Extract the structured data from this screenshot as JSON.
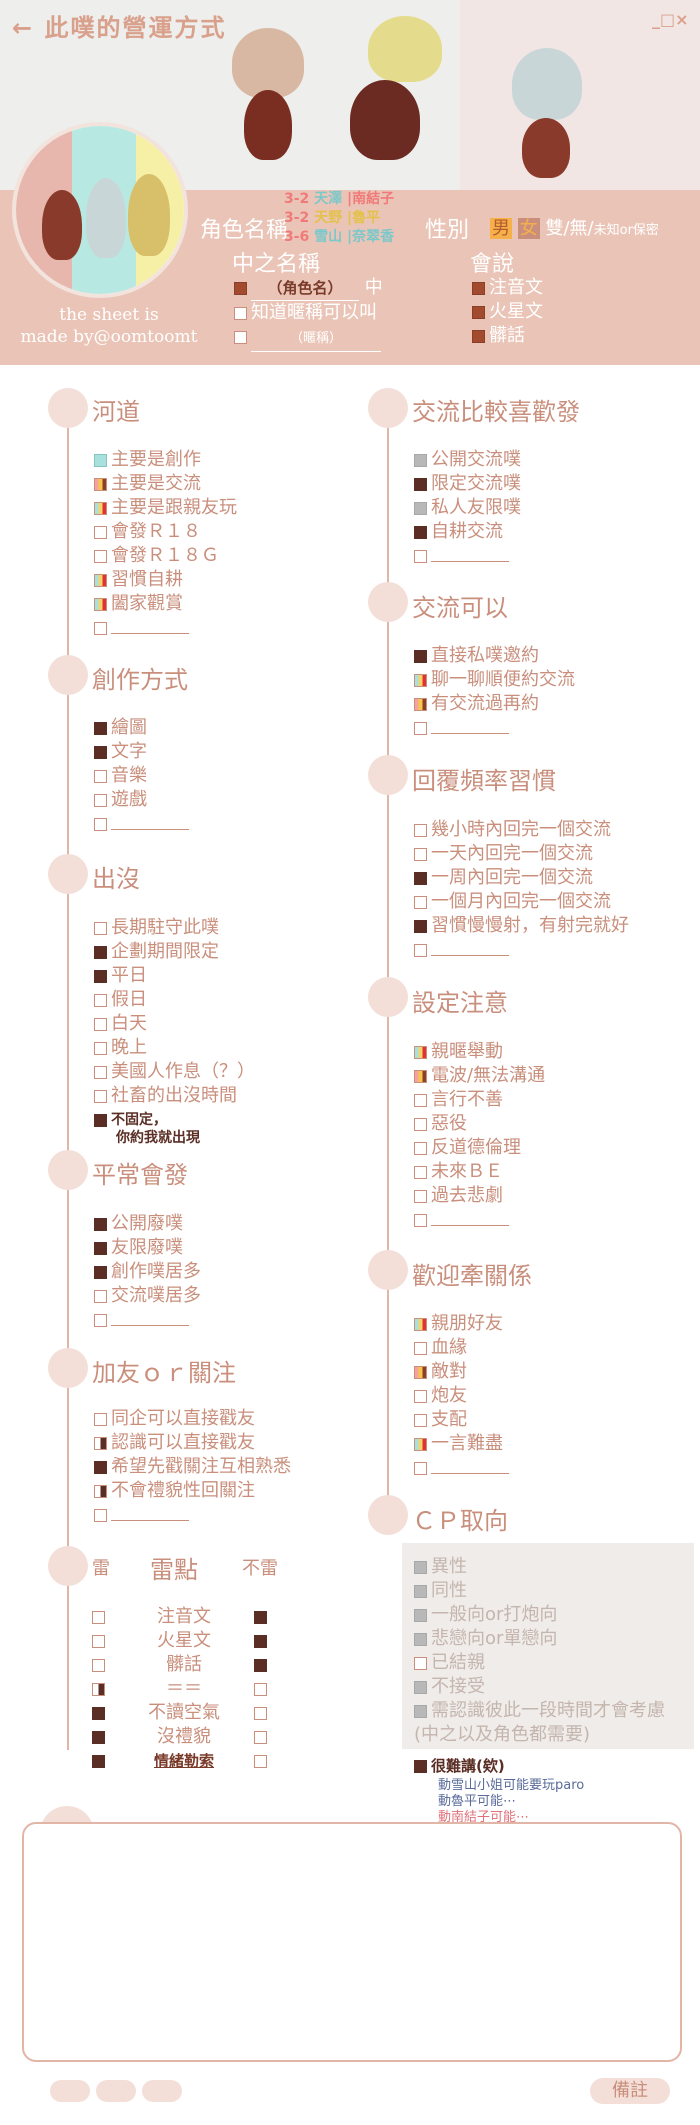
{
  "window": {
    "title": "此噗的營運方式",
    "back_icon": "arrow-left-icon",
    "controls": "_□×"
  },
  "header": {
    "credit_line1": "the sheet is",
    "credit_line2": "made by@oomtoomt",
    "char_name_label": "角色名稱",
    "char_names": [
      {
        "tag": "3-2",
        "name": "天澤",
        "alt": "南結子"
      },
      {
        "tag": "3-2",
        "name": "天野",
        "alt": "魯平"
      },
      {
        "tag": "3-6",
        "name": "雪山",
        "alt": "奈翠香"
      }
    ],
    "gender_label": "性別",
    "gender_opts": [
      "男",
      "女",
      "雙/無/",
      "未知or保密"
    ],
    "mid_name_label": "中之名稱",
    "mid_name_items": [
      {
        "blank": "（角色名）",
        "suffix": "中"
      },
      {
        "text": "知道暱稱可以叫"
      },
      {
        "blank": "（暱稱）"
      }
    ],
    "lang_label": "會說",
    "langs": [
      "注音文",
      "火星文",
      "髒話"
    ]
  },
  "left": {
    "river": {
      "title": "河道",
      "items": [
        "主要是創作",
        "主要是交流",
        "主要是跟親友玩",
        "會發Ｒ１８",
        "會發Ｒ１８Ｇ",
        "習慣自耕",
        "闔家觀賞"
      ]
    },
    "creation": {
      "title": "創作方式",
      "items": [
        "繪圖",
        "文字",
        "音樂",
        "遊戲"
      ]
    },
    "appear": {
      "title": "出沒",
      "items": [
        "長期駐守此噗",
        "企劃期間限定",
        "平日",
        "假日",
        "白天",
        "晚上",
        "美國人作息（？）",
        "社畜的出沒時間"
      ],
      "note1": "不固定，",
      "note2": "你約我就出現"
    },
    "usual": {
      "title": "平常會發",
      "items": [
        "公開廢噗",
        "友限廢噗",
        "創作噗居多",
        "交流噗居多"
      ]
    },
    "friend": {
      "title": "加友ｏｒ關注",
      "items": [
        "同企可以直接戳友",
        "認識可以直接戳友",
        "希望先戳關注互相熟悉",
        "不會禮貌性回關注"
      ]
    },
    "mine": {
      "title": "雷點",
      "left_label": "雷",
      "right_label": "不雷",
      "rows": [
        "注音文",
        "火星文",
        "髒話",
        "＝＝",
        "不讀空氣",
        "沒禮貌",
        "情緒勒索"
      ]
    }
  },
  "right": {
    "prefer": {
      "title": "交流比較喜歡發",
      "items": [
        "公開交流噗",
        "限定交流噗",
        "私人友限噗",
        "自耕交流"
      ]
    },
    "can": {
      "title": "交流可以",
      "items": [
        "直接私噗邀約",
        "聊一聊順便約交流",
        "有交流過再約"
      ]
    },
    "reply": {
      "title": "回覆頻率習慣",
      "items": [
        "幾小時內回完一個交流",
        "一天內回完一個交流",
        "一周內回完一個交流",
        "一個月內回完一個交流",
        "習慣慢慢射，有射完就好"
      ]
    },
    "setting": {
      "title": "設定注意",
      "items": [
        "親暱舉動",
        "電波/無法溝通",
        "言行不善",
        "惡役",
        "反道德倫理",
        "未來ＢＥ",
        "過去悲劇"
      ]
    },
    "relation": {
      "title": "歡迎牽關係",
      "items": [
        "親朋好友",
        "血緣",
        "敵對",
        "炮友",
        "支配",
        "一言難盡"
      ]
    },
    "cp": {
      "title": "ＣＰ取向",
      "items": [
        "異性",
        "同性",
        "一般向or打炮向",
        "悲戀向or單戀向",
        "已結親",
        "不接受",
        "需認識彼此一段時間才會考慮"
      ],
      "note": "(中之以及角色都需要)",
      "hard": "很難講(欸)",
      "small": [
        "動雪山小姐可能要玩paro",
        "動魯平可能⋯",
        "動南結子可能⋯"
      ]
    }
  },
  "footer": {
    "memo": "備註"
  }
}
